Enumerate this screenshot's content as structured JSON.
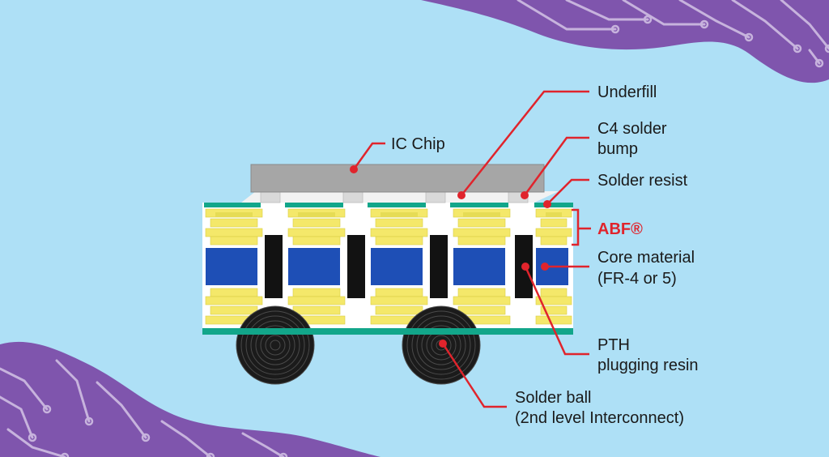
{
  "colors": {
    "background": "#aee0f6",
    "decor_purple": "#7f55ad",
    "decor_lines": "#c7b3dd",
    "chip": "#a6a6a6",
    "abf_yellow": "#f4e86a",
    "core_blue": "#1e4fb6",
    "solder_resist_teal": "#12a68a",
    "pth_black": "#121212",
    "callout_red": "#e0242c"
  },
  "labels": {
    "ic_chip": "IC Chip",
    "underfill": "Underfill",
    "c4_line1": "C4 solder",
    "c4_line2": "bump",
    "solder_resist": "Solder resist",
    "abf": "ABF®",
    "core_line1": "Core material",
    "core_line2": "(FR-4 or 5)",
    "pth_line1": "PTH",
    "pth_line2": "plugging resin",
    "ball_line1": "Solder ball",
    "ball_line2": "(2nd level Interconnect)"
  }
}
